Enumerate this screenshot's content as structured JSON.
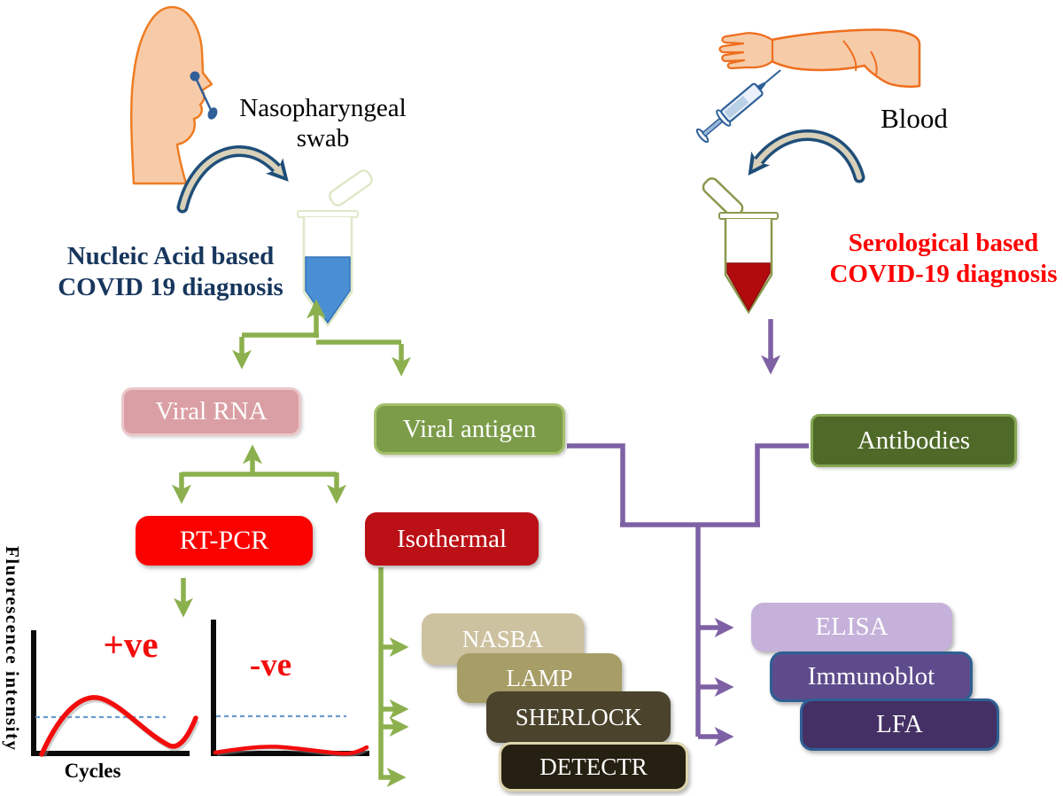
{
  "left_branch": {
    "specimen_label_line1": "Nasopharyngeal",
    "specimen_label_line2": "swab",
    "title_line1": "Nucleic Acid based",
    "title_line2": "COVID 19 diagnosis",
    "viral_rna": "Viral RNA",
    "viral_antigen": "Viral antigen",
    "rt_pcr": "RT-PCR",
    "isothermal": "Isothermal",
    "isothermal_methods": [
      "NASBA",
      "LAMP",
      "SHERLOCK",
      "DETECTR"
    ],
    "pcr_plots": {
      "ylabel": "Fluorescence intensity",
      "xlabel": "Cycles",
      "positive_label": "+ve",
      "negative_label": "-ve"
    }
  },
  "right_branch": {
    "specimen_label": "Blood",
    "title_line1": "Serological based",
    "title_line2": "COVID-19 diagnosis",
    "antibodies": "Antibodies",
    "serology_methods": [
      "ELISA",
      "Immunoblot",
      "LFA"
    ]
  },
  "icons": {
    "head": "person-head-profile-icon",
    "swab": "nasal-swab-icon",
    "left_curved_arrow": "curved-arrow-left-icon",
    "blue_tube": "sample-tube-blue-icon",
    "arm": "arm-illustration",
    "syringe": "syringe-icon",
    "right_curved_arrow": "curved-arrow-right-icon",
    "blood_tube": "sample-tube-blood-icon"
  },
  "colors": {
    "flow_green": "#8CB04E",
    "flow_purple": "#7E61A4",
    "nucleic_title": "#17365D",
    "serological_title": "#FE0000",
    "viral_rna_fill": "#DA9FA4",
    "viral_antigen_fill": "#7C9C4A",
    "antibodies_fill": "#4F6A28",
    "rt_pcr_fill": "#FA0200",
    "isothermal_fill": "#BA1016",
    "nasba_fill": "#CDC2A0",
    "lamp_fill": "#A79D66",
    "sherlock_fill": "#4B432C",
    "detectr_fill": "#262012",
    "elisa_fill": "#C5B1DA",
    "immunoblot_fill": "#5E4B8B",
    "lfa_fill": "#443064",
    "blue_liquid": "#4A8FD4",
    "blood_liquid": "#B20B0E",
    "curve_red": "#F20D0D",
    "threshold_blue": "#6B9BD2"
  }
}
